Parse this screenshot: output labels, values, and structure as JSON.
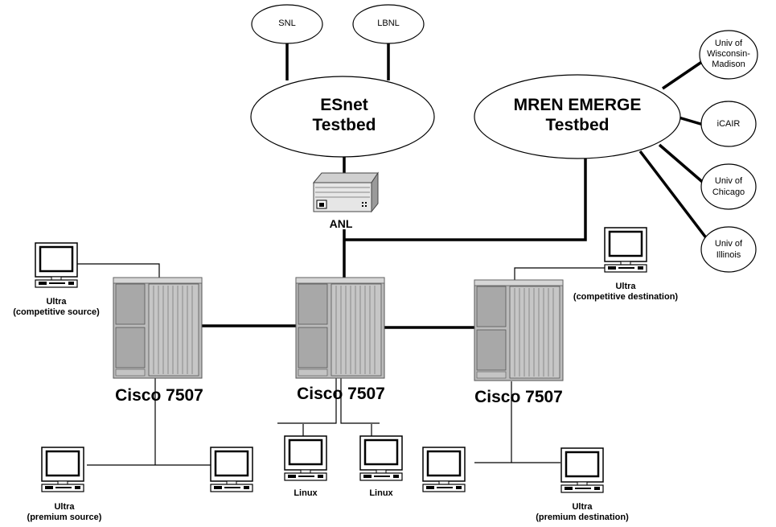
{
  "clouds": {
    "esnet": {
      "line1": "ESnet",
      "line2": "Testbed"
    },
    "mren": {
      "line1": "MREN EMERGE",
      "line2": "Testbed"
    }
  },
  "sites": {
    "snl": "SNL",
    "lbnl": "LBNL",
    "wisconsin": {
      "line1": "Univ of",
      "line2": "Wisconsin-",
      "line3": "Madison"
    },
    "icair": "iCAIR",
    "chicago": {
      "line1": "Univ of",
      "line2": "Chicago"
    },
    "illinois": {
      "line1": "Univ of",
      "line2": "Illinois"
    }
  },
  "anl": "ANL",
  "routers": {
    "left": "Cisco 7507",
    "center": "Cisco 7507",
    "right": "Cisco 7507"
  },
  "computers": {
    "competitive_source": {
      "line1": "Ultra",
      "line2": "(competitive source)"
    },
    "competitive_destination": {
      "line1": "Ultra",
      "line2": "(competitive destination)"
    },
    "premium_source": {
      "line1": "Ultra",
      "line2": "(premium source)"
    },
    "premium_destination": {
      "line1": "Ultra",
      "line2": "(premium destination)"
    },
    "linux_left": "Linux",
    "linux_right": "Linux"
  }
}
